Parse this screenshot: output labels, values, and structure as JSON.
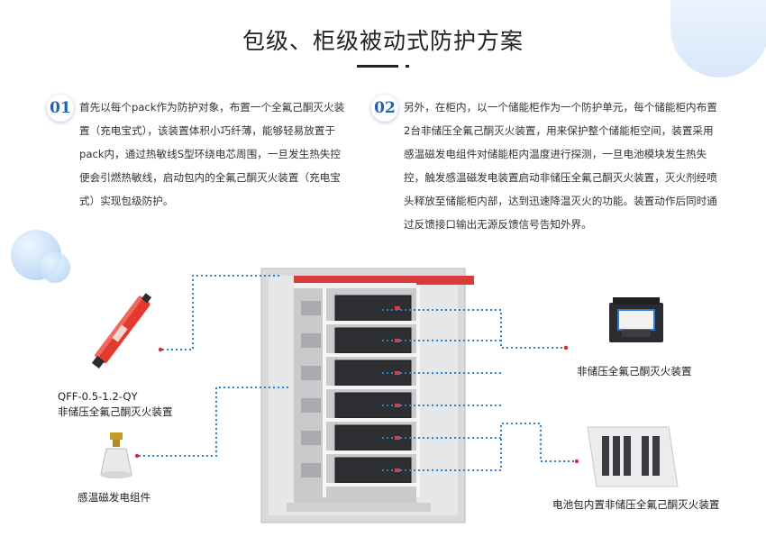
{
  "title": "包级、柜级被动式防护方案",
  "section1": {
    "number": "01",
    "text": "首先以每个pack作为防护对象，布置一个全氟己酮灭火装置（充电宝式），该装置体积小巧纤薄，能够轻易放置于pack内，通过热敏线S型环绕电芯周围，一旦发生热失控便会引燃热敏线，启动包内的全氟己酮灭火装置（充电宝式）实现包级防护。"
  },
  "section2": {
    "number": "02",
    "text": "另外，在柜内，以一个储能柜作为一个防护单元，每个储能柜内布置2台非储压全氟己酮灭火装置，用来保护整个储能柜空间，装置采用感温磁发电组件对储能柜内温度进行探测，一旦电池模块发生热失控，触发感温磁发电装置启动非储压全氟己酮灭火装置，灭火剂经喷头释放至储能柜内部，达到迅速降温灭火的功能。装置动作后同时通过反馈接口输出无源反馈信号告知外界。"
  },
  "labels": {
    "tube_model": "QFF-0.5-1.2-QY",
    "tube_name": "非储压全氟己酮灭火装置",
    "sensor": "感温磁发电组件",
    "box_device": "非储压全氟己酮灭火装置",
    "pack_device": "电池包内置非储压全氟己酮灭火装置"
  },
  "colors": {
    "accent_blue": "#1e63b6",
    "dotted_line": "#2a7fc9",
    "red_dot": "#e0262b",
    "cabinet_red": "#d93a3a"
  },
  "icons": [
    "red-tube-device-icon",
    "sensor-nozzle-icon",
    "cabinet-illustration",
    "black-box-device-icon",
    "battery-pack-tray-icon"
  ]
}
